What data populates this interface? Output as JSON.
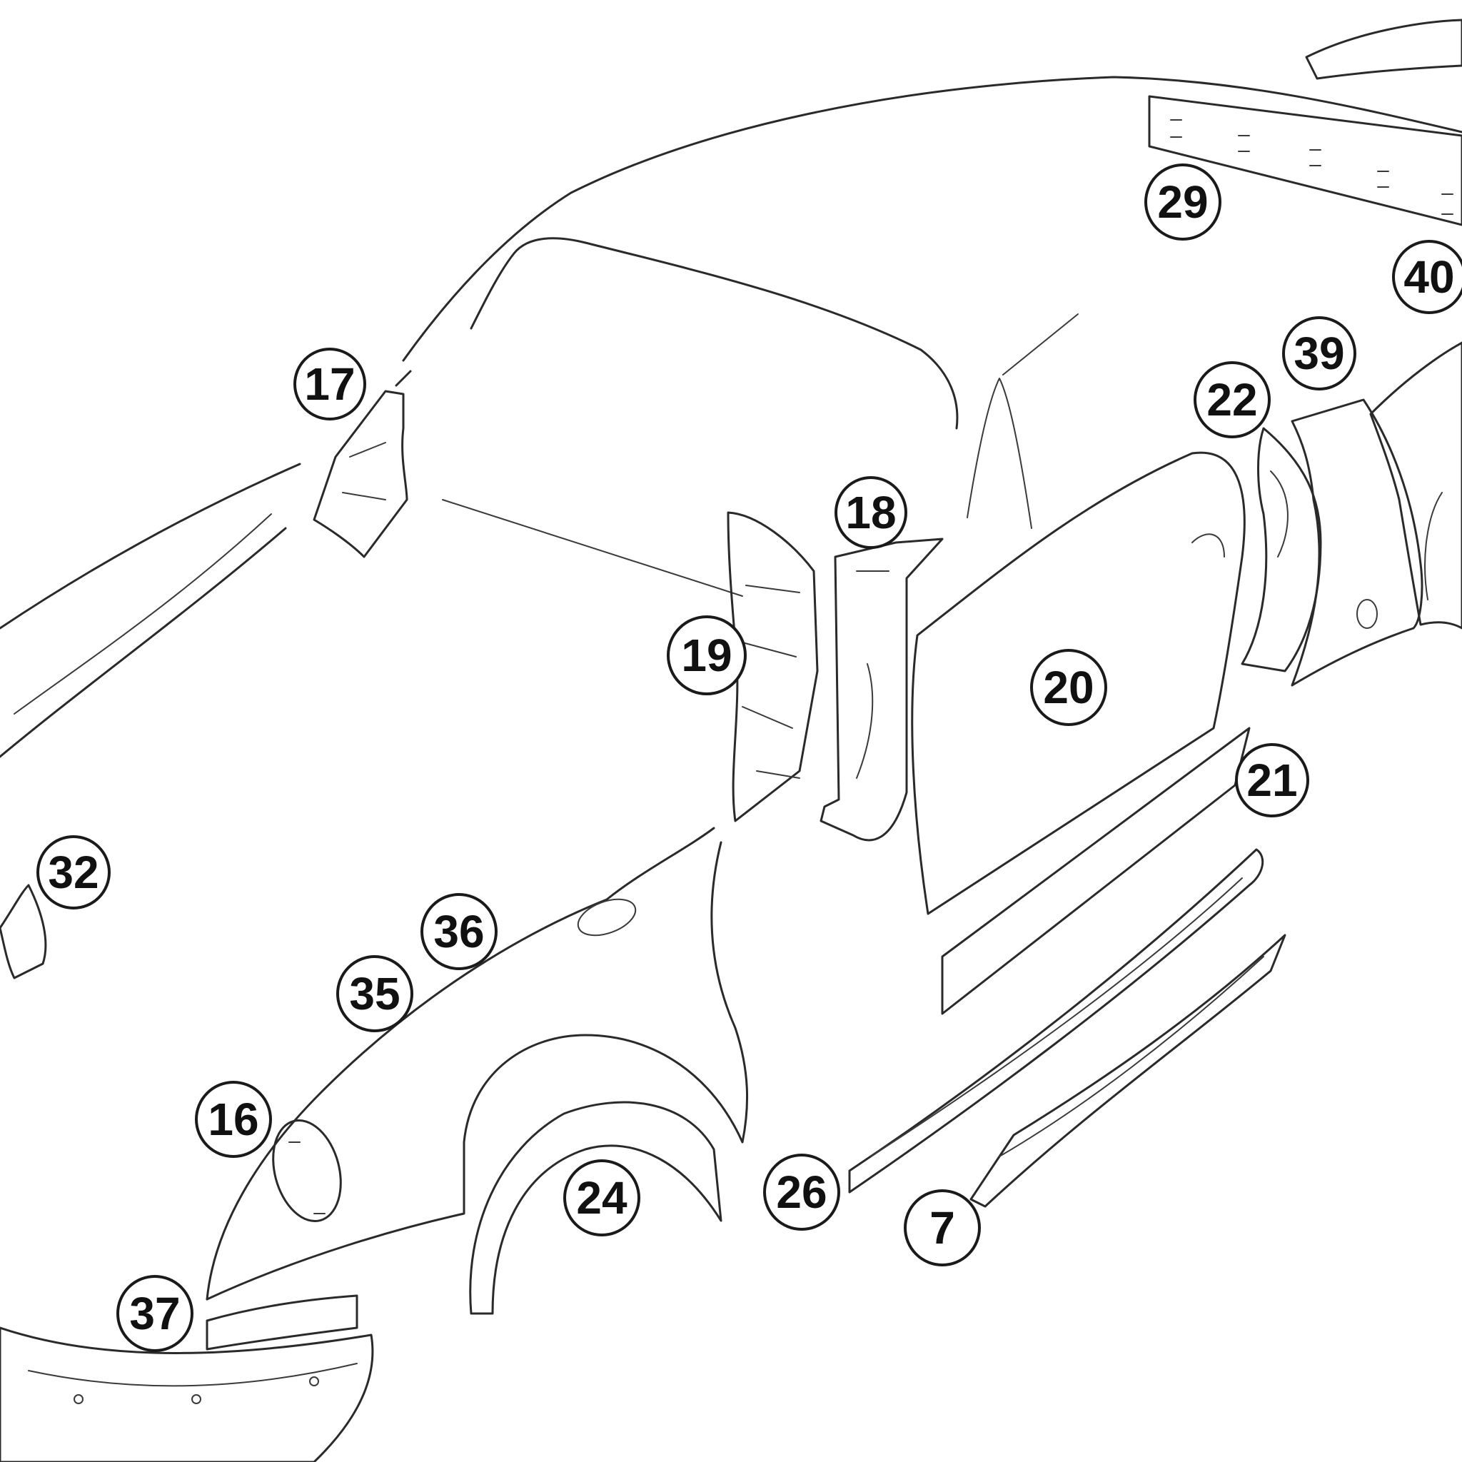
{
  "callouts": [
    {
      "id": "17",
      "label": "17"
    },
    {
      "id": "18",
      "label": "18"
    },
    {
      "id": "19",
      "label": "19"
    },
    {
      "id": "20",
      "label": "20"
    },
    {
      "id": "21",
      "label": "21"
    },
    {
      "id": "22",
      "label": "22"
    },
    {
      "id": "29",
      "label": "29"
    },
    {
      "id": "39",
      "label": "39"
    },
    {
      "id": "40",
      "label": "40"
    },
    {
      "id": "32",
      "label": "32"
    },
    {
      "id": "36",
      "label": "36"
    },
    {
      "id": "35",
      "label": "35"
    },
    {
      "id": "16",
      "label": "16"
    },
    {
      "id": "37",
      "label": "37"
    },
    {
      "id": "24",
      "label": "24"
    },
    {
      "id": "26",
      "label": "26"
    },
    {
      "id": "7",
      "label": "7"
    }
  ]
}
